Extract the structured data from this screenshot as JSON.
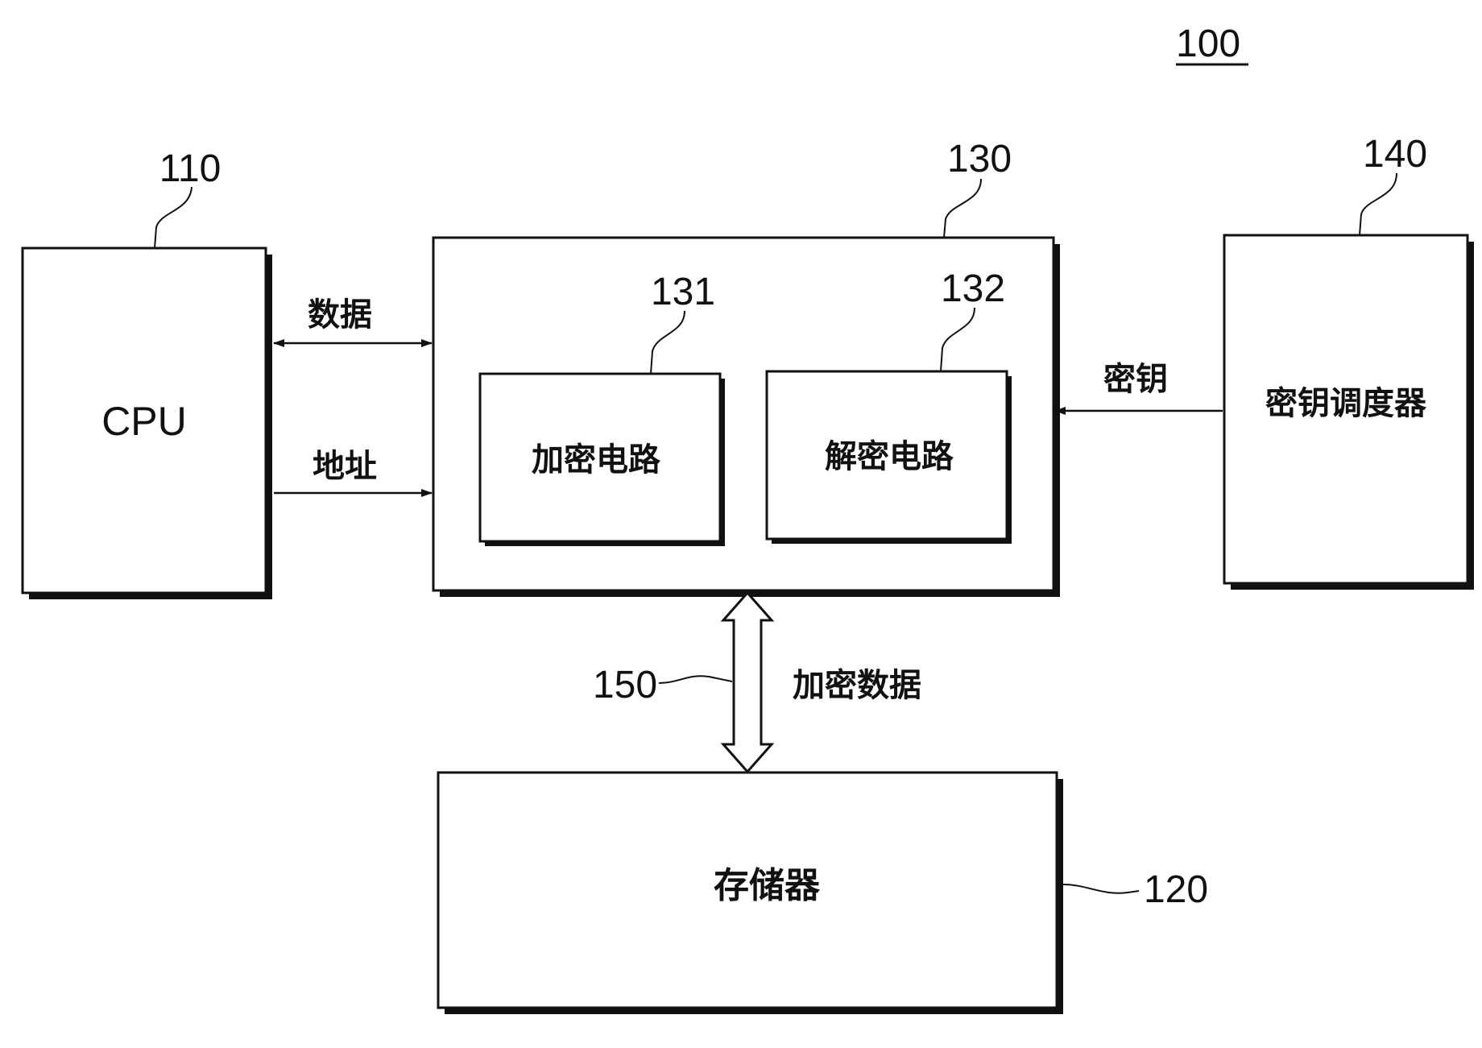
{
  "figure": {
    "reference": "100"
  },
  "blocks": {
    "cpu": {
      "label": "CPU",
      "ref": "110"
    },
    "controller": {
      "ref": "130"
    },
    "encrypt": {
      "label": "加密电路",
      "ref": "131"
    },
    "decrypt": {
      "label": "解密电路",
      "ref": "132"
    },
    "scheduler": {
      "label": "密钥调度器",
      "ref": "140"
    },
    "memory": {
      "label": "存储器",
      "ref": "120"
    }
  },
  "signals": {
    "data": "数据",
    "address": "地址",
    "key": "密钥",
    "encrypted_data": "加密数据",
    "bus_ref": "150"
  },
  "colors": {
    "ink": "#111111",
    "paper": "#ffffff"
  }
}
